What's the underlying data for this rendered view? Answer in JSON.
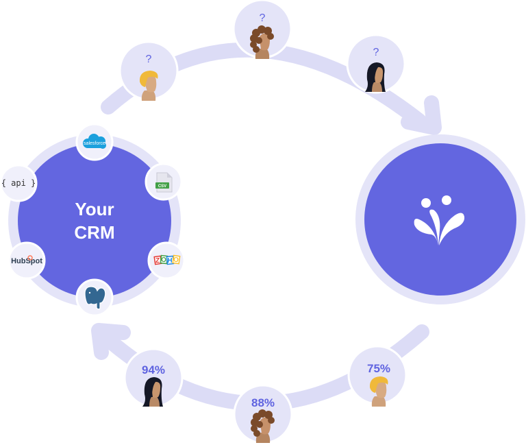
{
  "crm": {
    "label_line1": "Your",
    "label_line2": "CRM"
  },
  "integrations": {
    "api": "{ api }",
    "salesforce": "salesforce",
    "csv": "CSV",
    "hubspot": "HubSpot",
    "zoho": [
      "Z",
      "O",
      "H",
      "O"
    ],
    "postgres": "postgres-icon"
  },
  "top_people": [
    {
      "label": "?",
      "avatar": "blonde-person-icon"
    },
    {
      "label": "?",
      "avatar": "curly-hair-person-icon"
    },
    {
      "label": "?",
      "avatar": "long-hair-person-icon"
    }
  ],
  "bottom_people": [
    {
      "label": "94%",
      "avatar": "long-hair-person-icon"
    },
    {
      "label": "88%",
      "avatar": "curly-hair-person-icon"
    },
    {
      "label": "75%",
      "avatar": "blonde-person-icon"
    }
  ],
  "colors": {
    "primary": "#6366e0",
    "ring": "#e4e4f8",
    "track": "#dcdcf6",
    "text_accent": "#5f63e0"
  },
  "logo": "splash-logo-icon"
}
